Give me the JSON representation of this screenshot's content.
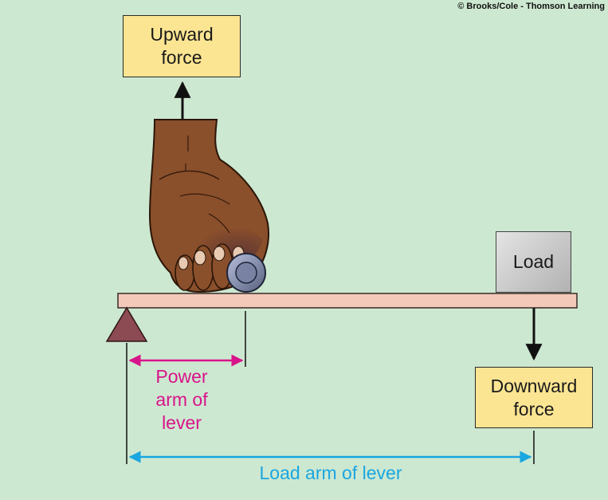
{
  "copyright": "© Brooks/Cole - Thomson Learning",
  "labels": {
    "upward_force": "Upward\nforce",
    "downward_force": "Downward\nforce",
    "load": "Load",
    "power_arm": "Power\narm of\nlever",
    "load_arm": "Load arm of lever"
  },
  "colors": {
    "background": "#cde8d1",
    "label_box": "#fce592",
    "lever": "#f3c9b9",
    "fulcrum": "#8c4a52",
    "power_arm": "#d8148a",
    "load_arm": "#1aa6e0",
    "skin": "#8a4f2b"
  }
}
